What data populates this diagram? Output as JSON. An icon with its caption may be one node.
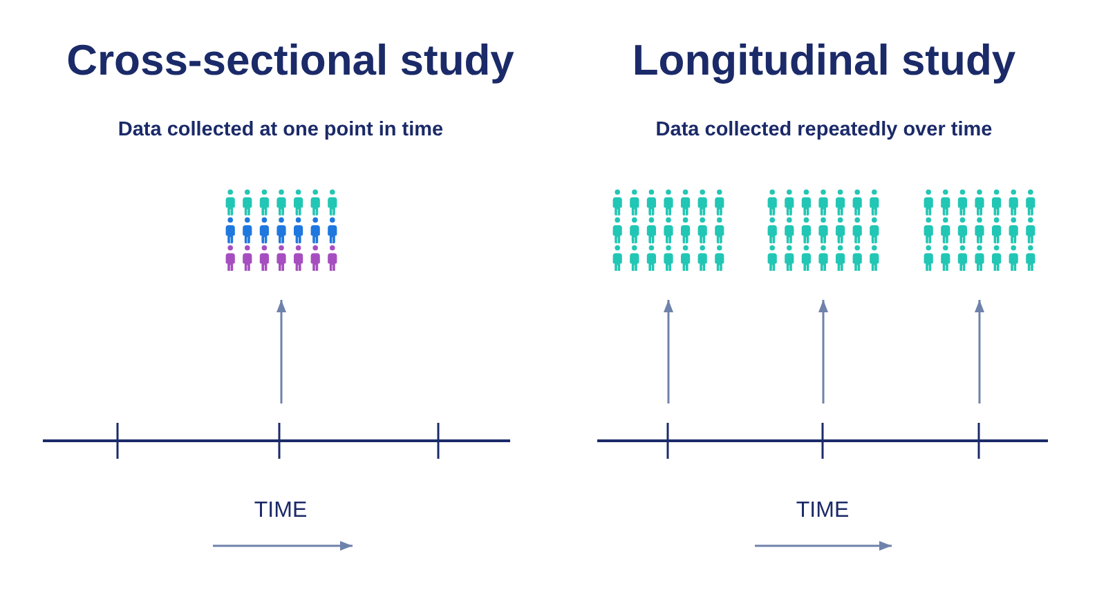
{
  "diagram": {
    "nodes": [
      {
        "text": [],
        "shape": "picture"
      },
      {
        "text": [],
        "shape": "picture"
      },
      {
        "text": [],
        "shape": "picture"
      },
      {
        "text": [],
        "shape": "picture"
      }
    ],
    "edges": [
      {
        "from": null,
        "to": 0,
        "arrow": "to"
      },
      {
        "from": null,
        "to": 1,
        "arrow": "to"
      },
      {
        "from": null,
        "to": 2,
        "arrow": "to"
      },
      {
        "from": null,
        "to": 3,
        "arrow": "to"
      }
    ],
    "labels": [
      "Cross-sectional study",
      "Longitudinal study",
      "Data collected at one point in time",
      "Data collected repeatedly over time",
      "TIME",
      "TIME"
    ]
  }
}
